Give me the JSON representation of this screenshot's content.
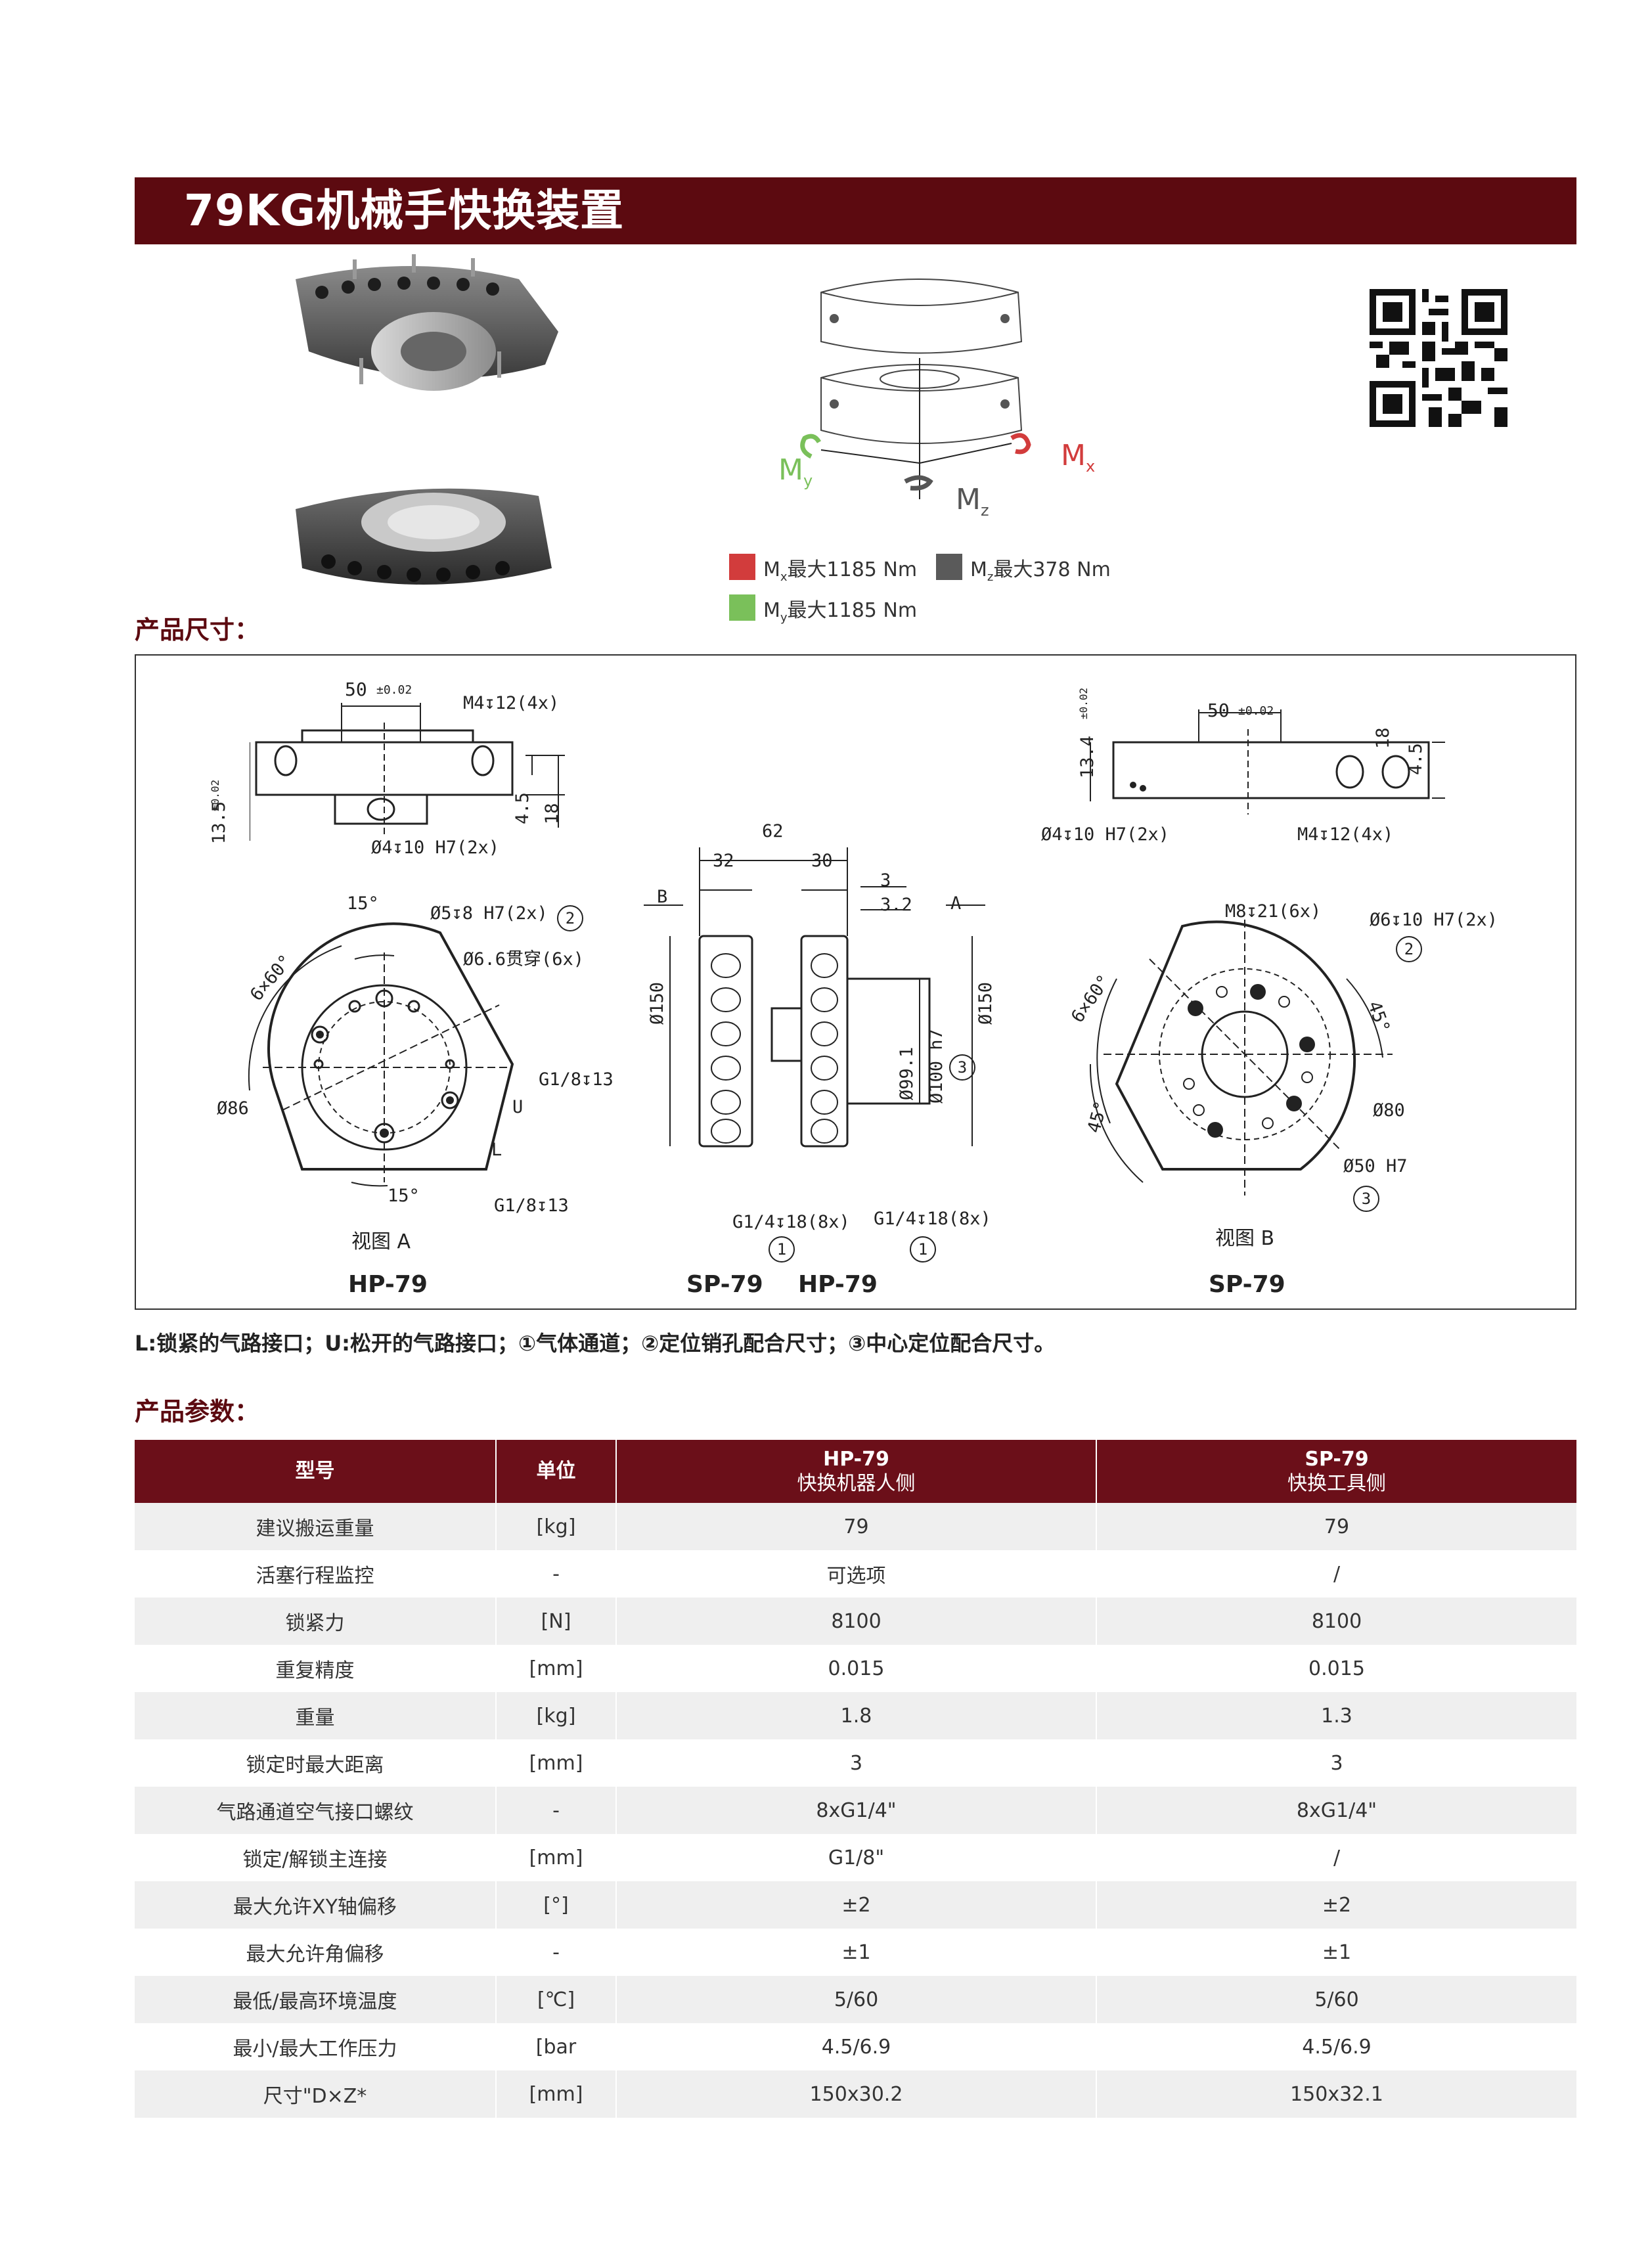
{
  "header": {
    "title": "79KG机械手快换装置"
  },
  "moments": {
    "mx_label": "M",
    "mx_sub": "x",
    "mx_text": "最大1185 Nm",
    "mx_color": "#d23c3c",
    "mz_label": "M",
    "mz_sub": "z",
    "mz_text": "最大378 Nm",
    "mz_color": "#5a5a5a",
    "my_label": "M",
    "my_sub": "y",
    "my_text": "最大1185 Nm",
    "my_color": "#7ac05a"
  },
  "sections": {
    "dimensions": "产品尺寸：",
    "params": "产品参数："
  },
  "drawing": {
    "hp_top": {
      "d50": "50",
      "tol": "±0.02",
      "m4": "M4↧12(4x)",
      "h135": "13.5",
      "h45": "4.5",
      "h18": "18",
      "pin": "Ø4↧10 H7(2x)"
    },
    "view_a": {
      "deg15a": "15°",
      "deg15b": "15°",
      "pattern": "6×60°",
      "pin5": "Ø5↧8 H7(2x)",
      "thru": "Ø6.6贯穿(6x)",
      "g18a": "G1/8↧13",
      "g18b": "G1/8↧13",
      "d86": "Ø86",
      "u": "U",
      "l": "L",
      "caption": "视图 A",
      "label": "HP-79"
    },
    "side": {
      "d62": "62",
      "d32": "32",
      "d30": "30",
      "d3": "3",
      "d32b": "3.2",
      "b": "B",
      "a": "A",
      "d150a": "Ø150",
      "d150b": "Ø150",
      "d991": "Ø99.1",
      "d100": "Ø100 h7",
      "g14a": "G1/4↧18(8x)",
      "g14b": "G1/4↧18(8x)",
      "label_sp": "SP-79",
      "label_hp": "HP-79"
    },
    "sp_top": {
      "d134": "13.4",
      "tol": "±0.02",
      "d50": "50",
      "tol2": "±0.02",
      "d18": "18",
      "d45": "4.5",
      "pin": "Ø4↧10 H7(2x)",
      "m4": "M4↧12(4x)"
    },
    "view_b": {
      "m8": "M8↧21(6x)",
      "pin6": "Ø6↧10 H7(2x)",
      "pattern": "6×60°",
      "deg45a": "45°",
      "deg45b": "45°",
      "d80": "Ø80",
      "d50": "Ø50 H7",
      "caption": "视图 B",
      "label": "SP-79"
    },
    "circled": {
      "one": "1",
      "two": "2",
      "three": "3"
    }
  },
  "note": "L:锁紧的气路接口；U:松开的气路接口；①气体通道；②定位销孔配合尺寸；③中心定位配合尺寸。",
  "table": {
    "headers": {
      "model": "型号",
      "unit": "单位",
      "hp": "HP-79",
      "hp_sub": "快换机器人侧",
      "sp": "SP-79",
      "sp_sub": "快换工具侧"
    },
    "rows": [
      {
        "name": "建议搬运重量",
        "unit": "[kg]",
        "hp": "79",
        "sp": "79"
      },
      {
        "name": "活塞行程监控",
        "unit": "-",
        "hp": "可选项",
        "sp": "/"
      },
      {
        "name": "锁紧力",
        "unit": "[N]",
        "hp": "8100",
        "sp": "8100"
      },
      {
        "name": "重复精度",
        "unit": "[mm]",
        "hp": "0.015",
        "sp": "0.015"
      },
      {
        "name": "重量",
        "unit": "[kg]",
        "hp": "1.8",
        "sp": "1.3"
      },
      {
        "name": "锁定时最大距离",
        "unit": "[mm]",
        "hp": "3",
        "sp": "3"
      },
      {
        "name": "气路通道空气接口螺纹",
        "unit": "-",
        "hp": "8xG1/4\"",
        "sp": "8xG1/4\""
      },
      {
        "name": "锁定/解锁主连接",
        "unit": "[mm]",
        "hp": "G1/8\"",
        "sp": "/"
      },
      {
        "name": "最大允许XY轴偏移",
        "unit": "[°]",
        "hp": "±2",
        "sp": "±2"
      },
      {
        "name": "最大允许角偏移",
        "unit": "-",
        "hp": "±1",
        "sp": "±1"
      },
      {
        "name": "最低/最高环境温度",
        "unit": "[℃]",
        "hp": "5/60",
        "sp": "5/60"
      },
      {
        "name": "最小/最大工作压力",
        "unit": "[bar",
        "hp": "4.5/6.9",
        "sp": "4.5/6.9"
      },
      {
        "name": "尺寸\"D×Z*",
        "unit": "[mm]",
        "hp": "150x30.2",
        "sp": "150x32.1"
      }
    ]
  }
}
